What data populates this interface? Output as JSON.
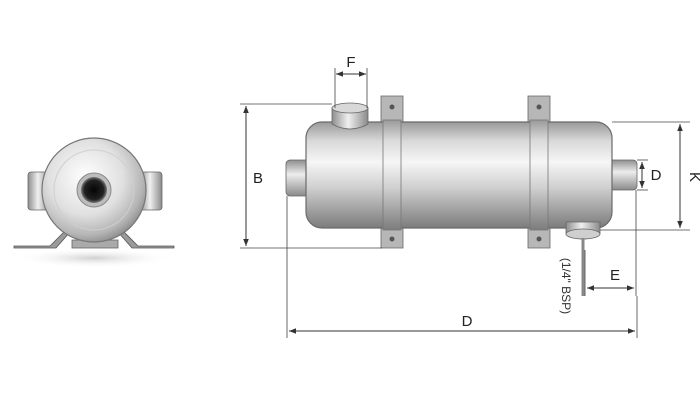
{
  "diagram": {
    "labels": {
      "b": "B",
      "d_overall": "D",
      "d_outlet": "D",
      "e": "E",
      "f": "F",
      "k": "K",
      "sensor": "(1/4\" BSP)"
    }
  }
}
